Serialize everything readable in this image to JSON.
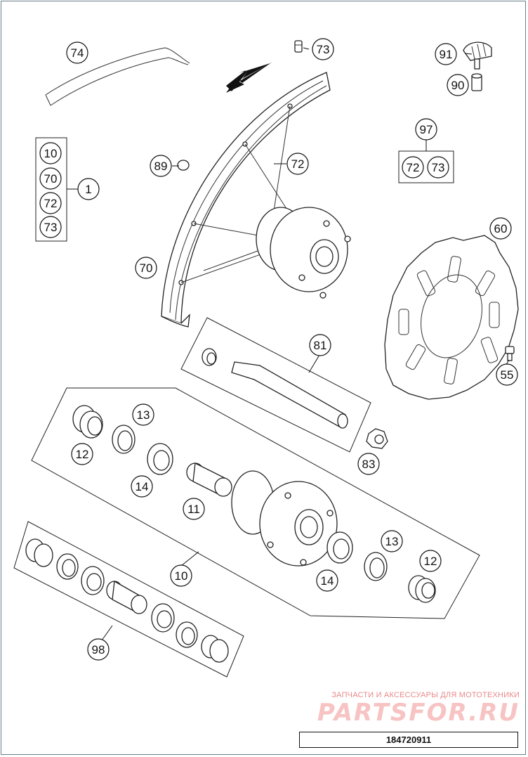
{
  "callouts": {
    "c74": "74",
    "c73_top": "73",
    "c91": "91",
    "c90": "90",
    "c97": "97",
    "c97_72": "72",
    "c97_73": "73",
    "c89": "89",
    "c72_spoke": "72",
    "c1_10": "10",
    "c1_70": "70",
    "c1_72": "72",
    "c1_73": "73",
    "c1": "1",
    "c70_rim": "70",
    "c60": "60",
    "c55": "55",
    "c81": "81",
    "c83": "83",
    "c13_left": "13",
    "c12_left": "12",
    "c14_left": "14",
    "c11": "11",
    "c10_group": "10",
    "c14_right": "14",
    "c13_right": "13",
    "c12_right": "12",
    "c98": "98"
  },
  "watermark": {
    "line1": "ЗАПЧАСТИ И АКСЕССУАРЫ ДЛЯ МОТОТЕХНИКИ",
    "logo": "PARTSFOR.RU"
  },
  "doc_number": "184720911",
  "colors": {
    "watermark_text": "#e88a8a",
    "watermark_logo": "#f7c3c3",
    "frame": "#6b7f8a"
  }
}
